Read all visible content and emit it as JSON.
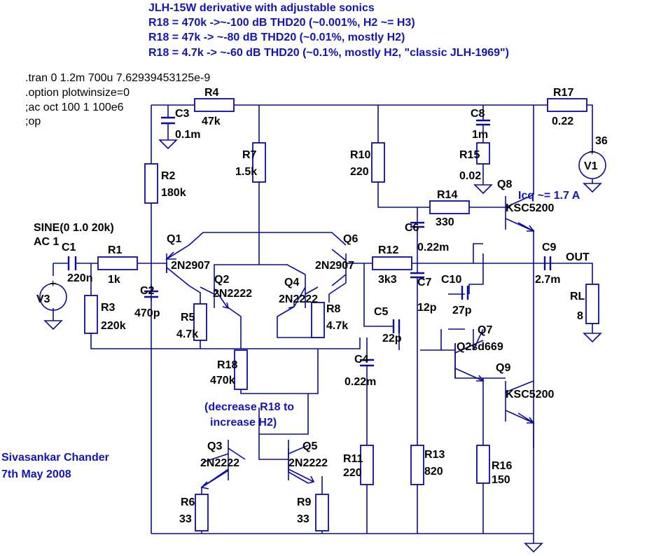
{
  "header": {
    "title": "JLH-15W derivative with adjustable sonics",
    "line1": "R18 = 470k ->~-100 dB THD20 (~0.001%, H2 ~= H3)",
    "line2": "R18 = 47k   -> ~-80 dB THD20 (~0.01%, mostly H2)",
    "line3": "R18 = 4.7k  -> ~-60 dB THD20 (~0.1%, mostly H2, \"classic JLH-1969\")"
  },
  "directives": {
    "tran": ".tran 0 1.2m 700u 7.62939453125e-9",
    "option": ".option plotwinsize=0",
    "ac": ";ac oct 100 1 100e6",
    "op": ";op"
  },
  "author": {
    "name": "Sivasankar Chander",
    "date": "7th May 2008"
  },
  "notes": {
    "icq": "Icq ~= 1.7 A",
    "r18_a": "(decrease R18 to",
    "r18_b": "increase H2)"
  },
  "labels": {
    "out": "OUT",
    "sine": "SINE(0 1.0 20k)",
    "ac1": "AC 1",
    "v1_val": "36"
  },
  "components": {
    "R1": {
      "name": "R1",
      "value": "1k"
    },
    "R2": {
      "name": "R2",
      "value": "180k"
    },
    "R3": {
      "name": "R3",
      "value": "220k"
    },
    "R4": {
      "name": "R4",
      "value": "47k"
    },
    "R5": {
      "name": "R5",
      "value": "4.7k"
    },
    "R6": {
      "name": "R6",
      "value": "33"
    },
    "R7": {
      "name": "R7",
      "value": "1.5k"
    },
    "R8": {
      "name": "R8",
      "value": "4.7k"
    },
    "R9": {
      "name": "R9",
      "value": "33"
    },
    "R10": {
      "name": "R10",
      "value": "220"
    },
    "R11": {
      "name": "R11",
      "value": "220"
    },
    "R12": {
      "name": "R12",
      "value": "3k3"
    },
    "R13": {
      "name": "R13",
      "value": "820"
    },
    "R14": {
      "name": "R14",
      "value": "330"
    },
    "R15": {
      "name": "R15",
      "value": "0.02"
    },
    "R16": {
      "name": "R16",
      "value": "150"
    },
    "R17": {
      "name": "R17",
      "value": "0.22"
    },
    "R18": {
      "name": "R18",
      "value": "470k"
    },
    "RL": {
      "name": "RL",
      "value": "8"
    },
    "C1": {
      "name": "C1",
      "value": "220n"
    },
    "C2": {
      "name": "C2",
      "value": "470p"
    },
    "C3": {
      "name": "C3",
      "value": "0.1m"
    },
    "C4": {
      "name": "C4",
      "value": "0.22m"
    },
    "C5": {
      "name": "C5",
      "value": "22p"
    },
    "C6": {
      "name": "C6",
      "value": "0.22m"
    },
    "C7": {
      "name": "C7",
      "value": "12p"
    },
    "C8": {
      "name": "C8",
      "value": "1m"
    },
    "C9": {
      "name": "C9",
      "value": "2.7m"
    },
    "C10": {
      "name": "C10",
      "value": "27p"
    },
    "Q1": {
      "name": "Q1",
      "value": "2N2907"
    },
    "Q2": {
      "name": "Q2",
      "value": "2N2222"
    },
    "Q3": {
      "name": "Q3",
      "value": "2N2222"
    },
    "Q4": {
      "name": "Q4",
      "value": "2N2222"
    },
    "Q5": {
      "name": "Q5",
      "value": "2N2222"
    },
    "Q6": {
      "name": "Q6",
      "value": "2N2907"
    },
    "Q7": {
      "name": "Q7",
      "value": "Q2sd669"
    },
    "Q8": {
      "name": "Q8",
      "value": "KSC5200"
    },
    "Q9": {
      "name": "Q9",
      "value": "KSC5200"
    },
    "V1": {
      "name": "V1"
    },
    "V3": {
      "name": "V3"
    }
  }
}
